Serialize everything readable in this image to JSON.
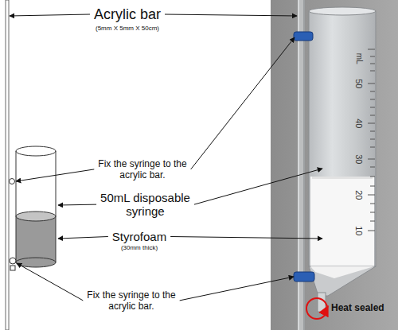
{
  "diagram": {
    "labels": [
      "Acrylic bar",
      "(5mm X 5mm X 50cm)",
      "Fix the syringe to the acrylic bar.",
      "50mL disposable syringe",
      "Styrofoam",
      "(30mm thick)",
      "Fix the syringe to the acrylic bar.",
      "Heat sealed",
      "mL",
      "50",
      "40",
      "30",
      "20",
      "10"
    ]
  }
}
